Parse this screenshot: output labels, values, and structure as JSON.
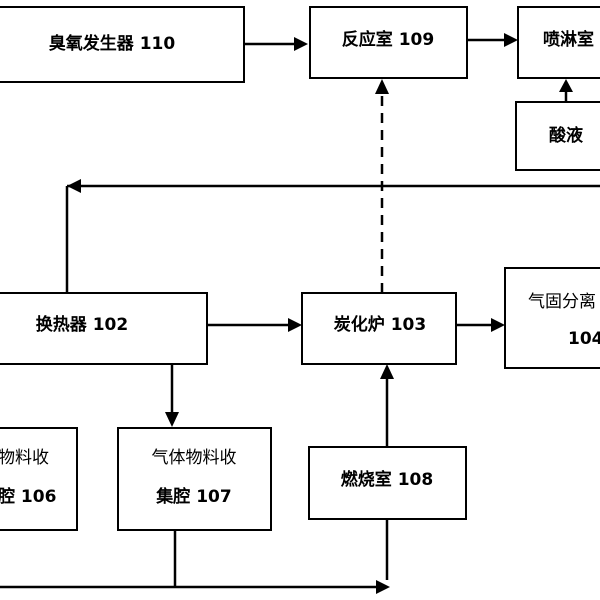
{
  "nodes": {
    "ozone_generator": "臭氧发生器 110",
    "reaction_chamber": "反应室 109",
    "spray_chamber": "喷淋室",
    "acid_liquid": "酸液",
    "heat_exchanger": "换热器 102",
    "carbonization_furnace": "炭化炉 103",
    "gas_solid_separator_line1": "气固分离",
    "gas_solid_separator_line2": "104",
    "solid_collection_line1": "物料收",
    "solid_collection_line2": "腔 106",
    "gas_collection_line1": "气体物料收",
    "gas_collection_line2": "集腔 107",
    "combustion_chamber": "燃烧室 108"
  }
}
